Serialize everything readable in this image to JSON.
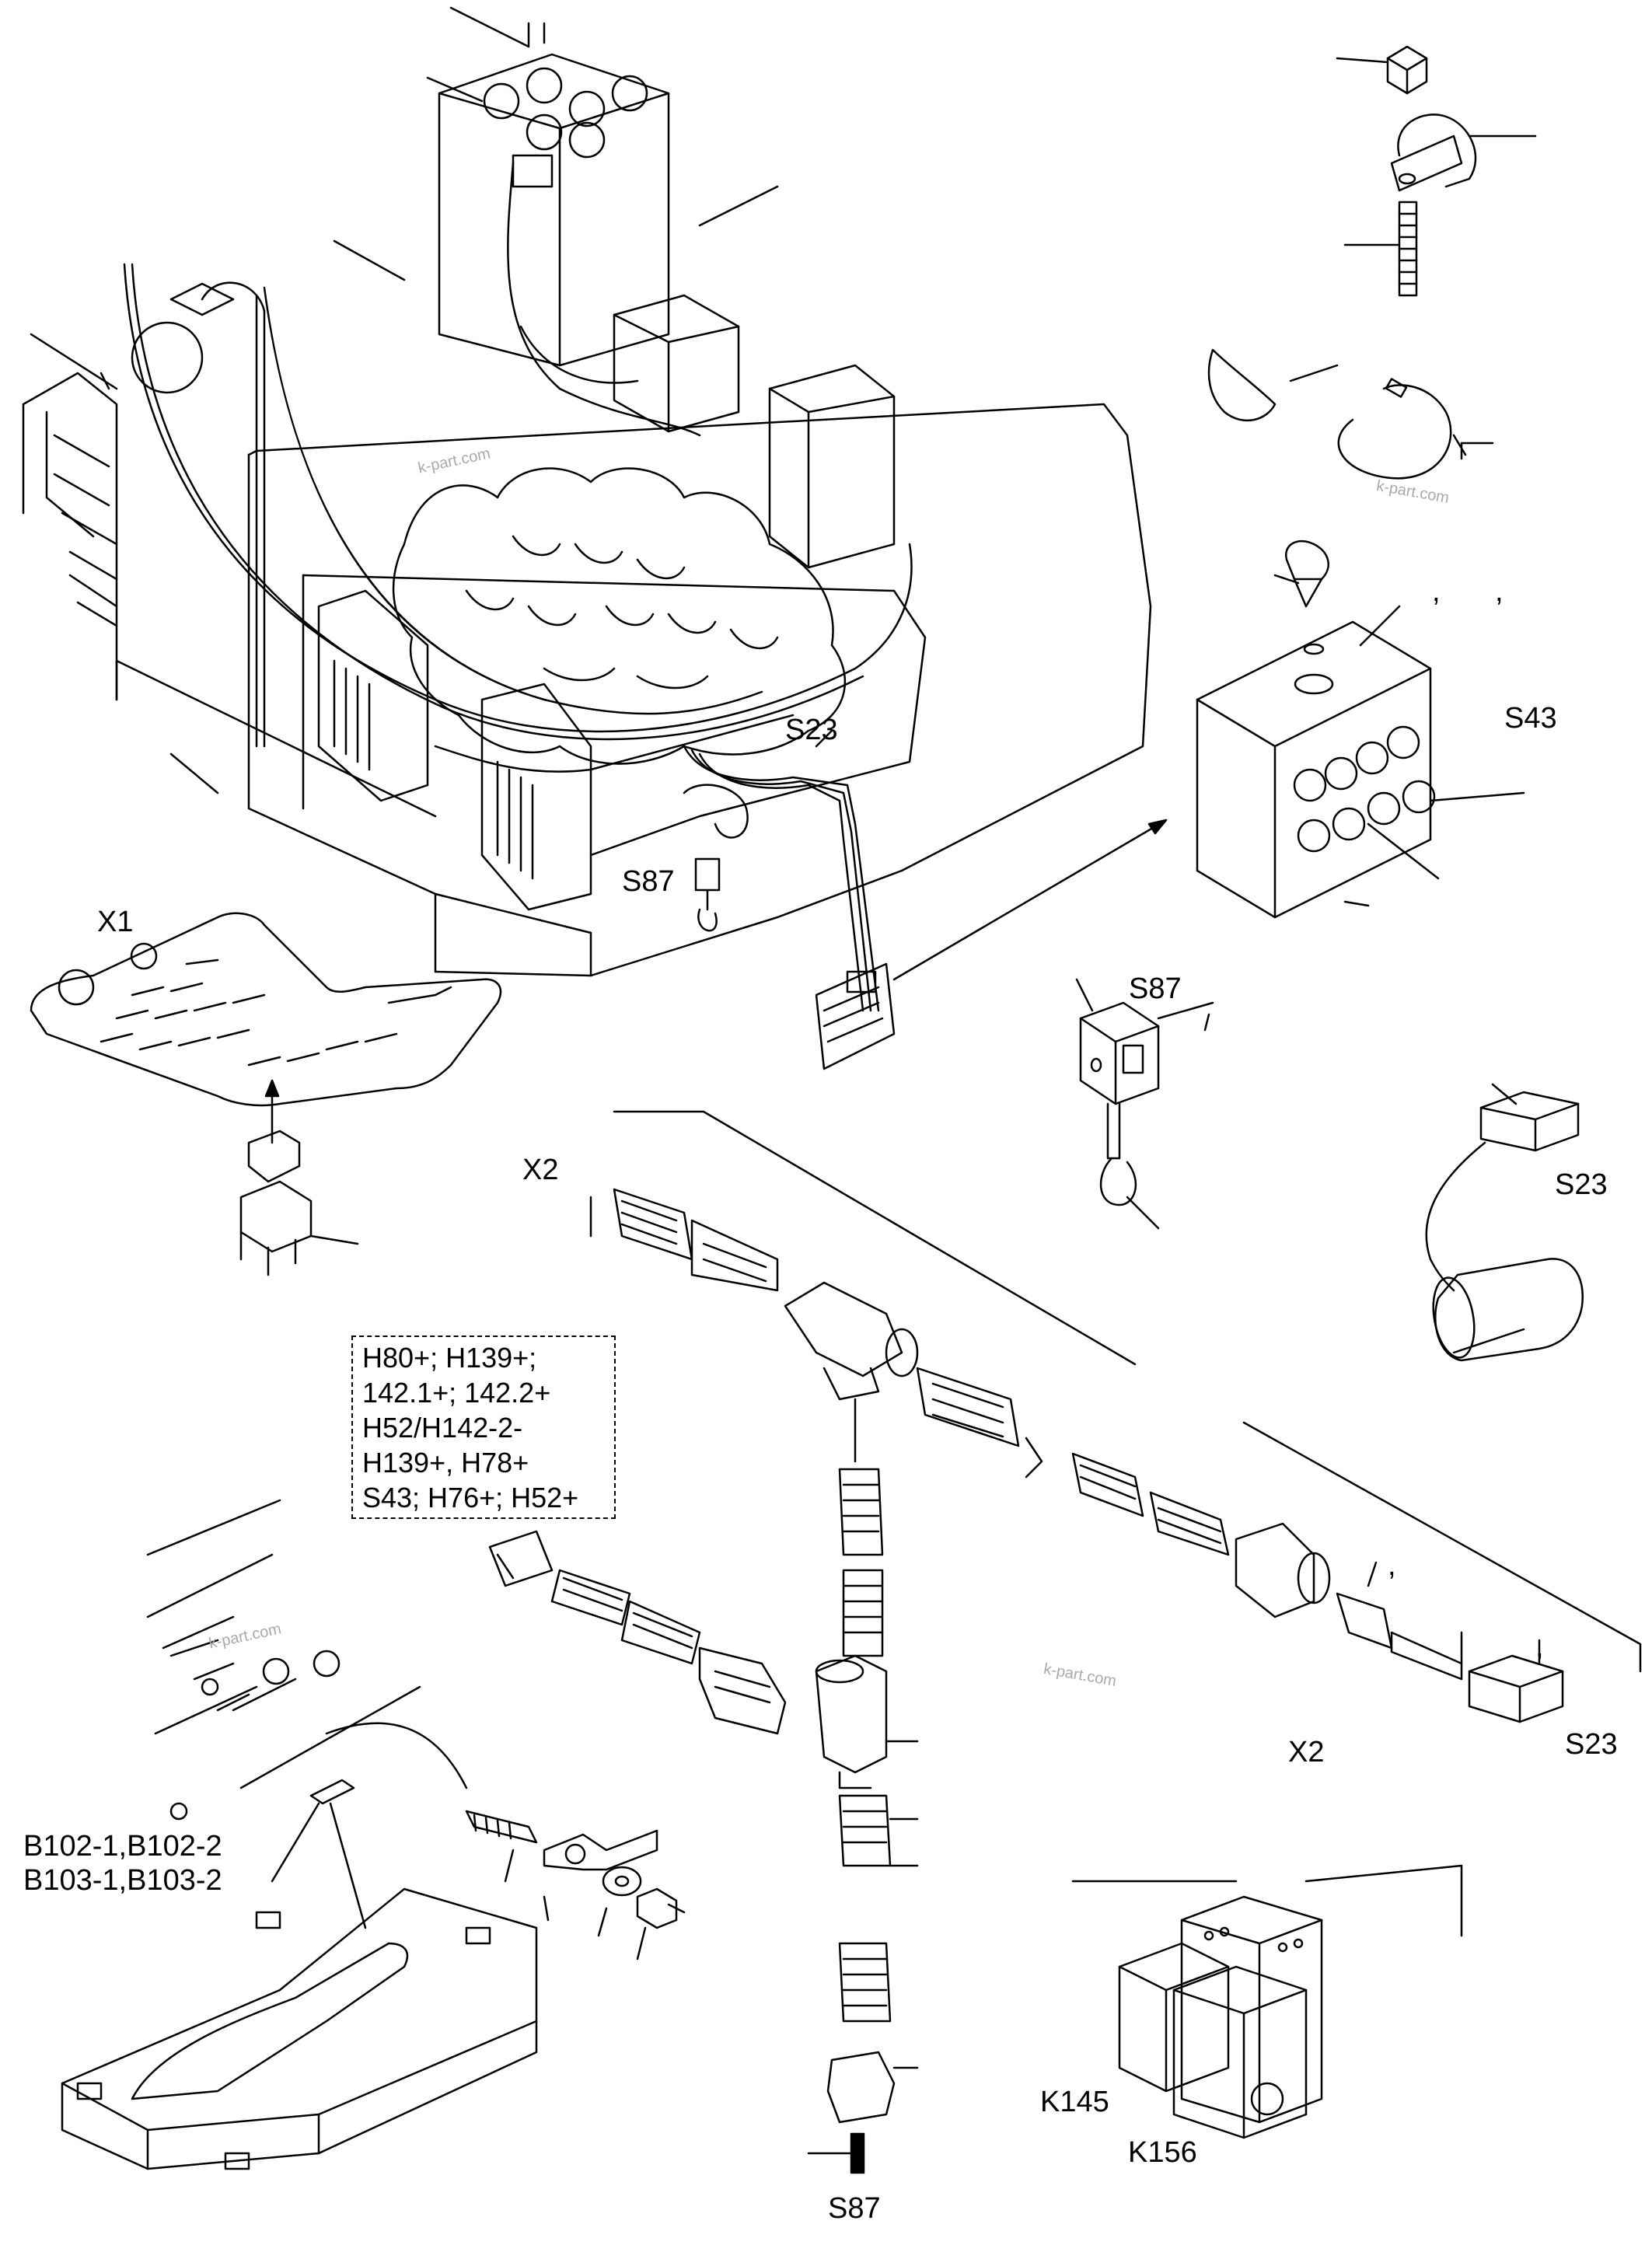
{
  "labels": {
    "s23_top": "S23",
    "s43": "S43",
    "s87_main": "S87",
    "x1": "X1",
    "s87_right": "S87",
    "x2_top": "X2",
    "s23_right": "S23",
    "s23_bottom": "S23",
    "x2_bottom": "X2",
    "b102": "B102-1,B102-2",
    "b103": "B103-1,B103-2",
    "k145": "K145",
    "k156": "K156",
    "s87_bottom": "S87"
  },
  "legend_lines": [
    "H80+; H139+;",
    "142.1+; 142.2+",
    "H52/H142-2-",
    "H139+, H78+",
    "S43; H76+; H52+"
  ],
  "watermarks": [
    "k-part.com",
    "k-part.com",
    "k-part.com",
    "k-part.com"
  ],
  "marks": {
    "comma_1": ",",
    "comma_2": ",",
    "comma_3": ",",
    "comma_4": ","
  },
  "colors": {
    "ink": "#000000",
    "paper": "#ffffff",
    "watermark": "#aaaaaa"
  }
}
